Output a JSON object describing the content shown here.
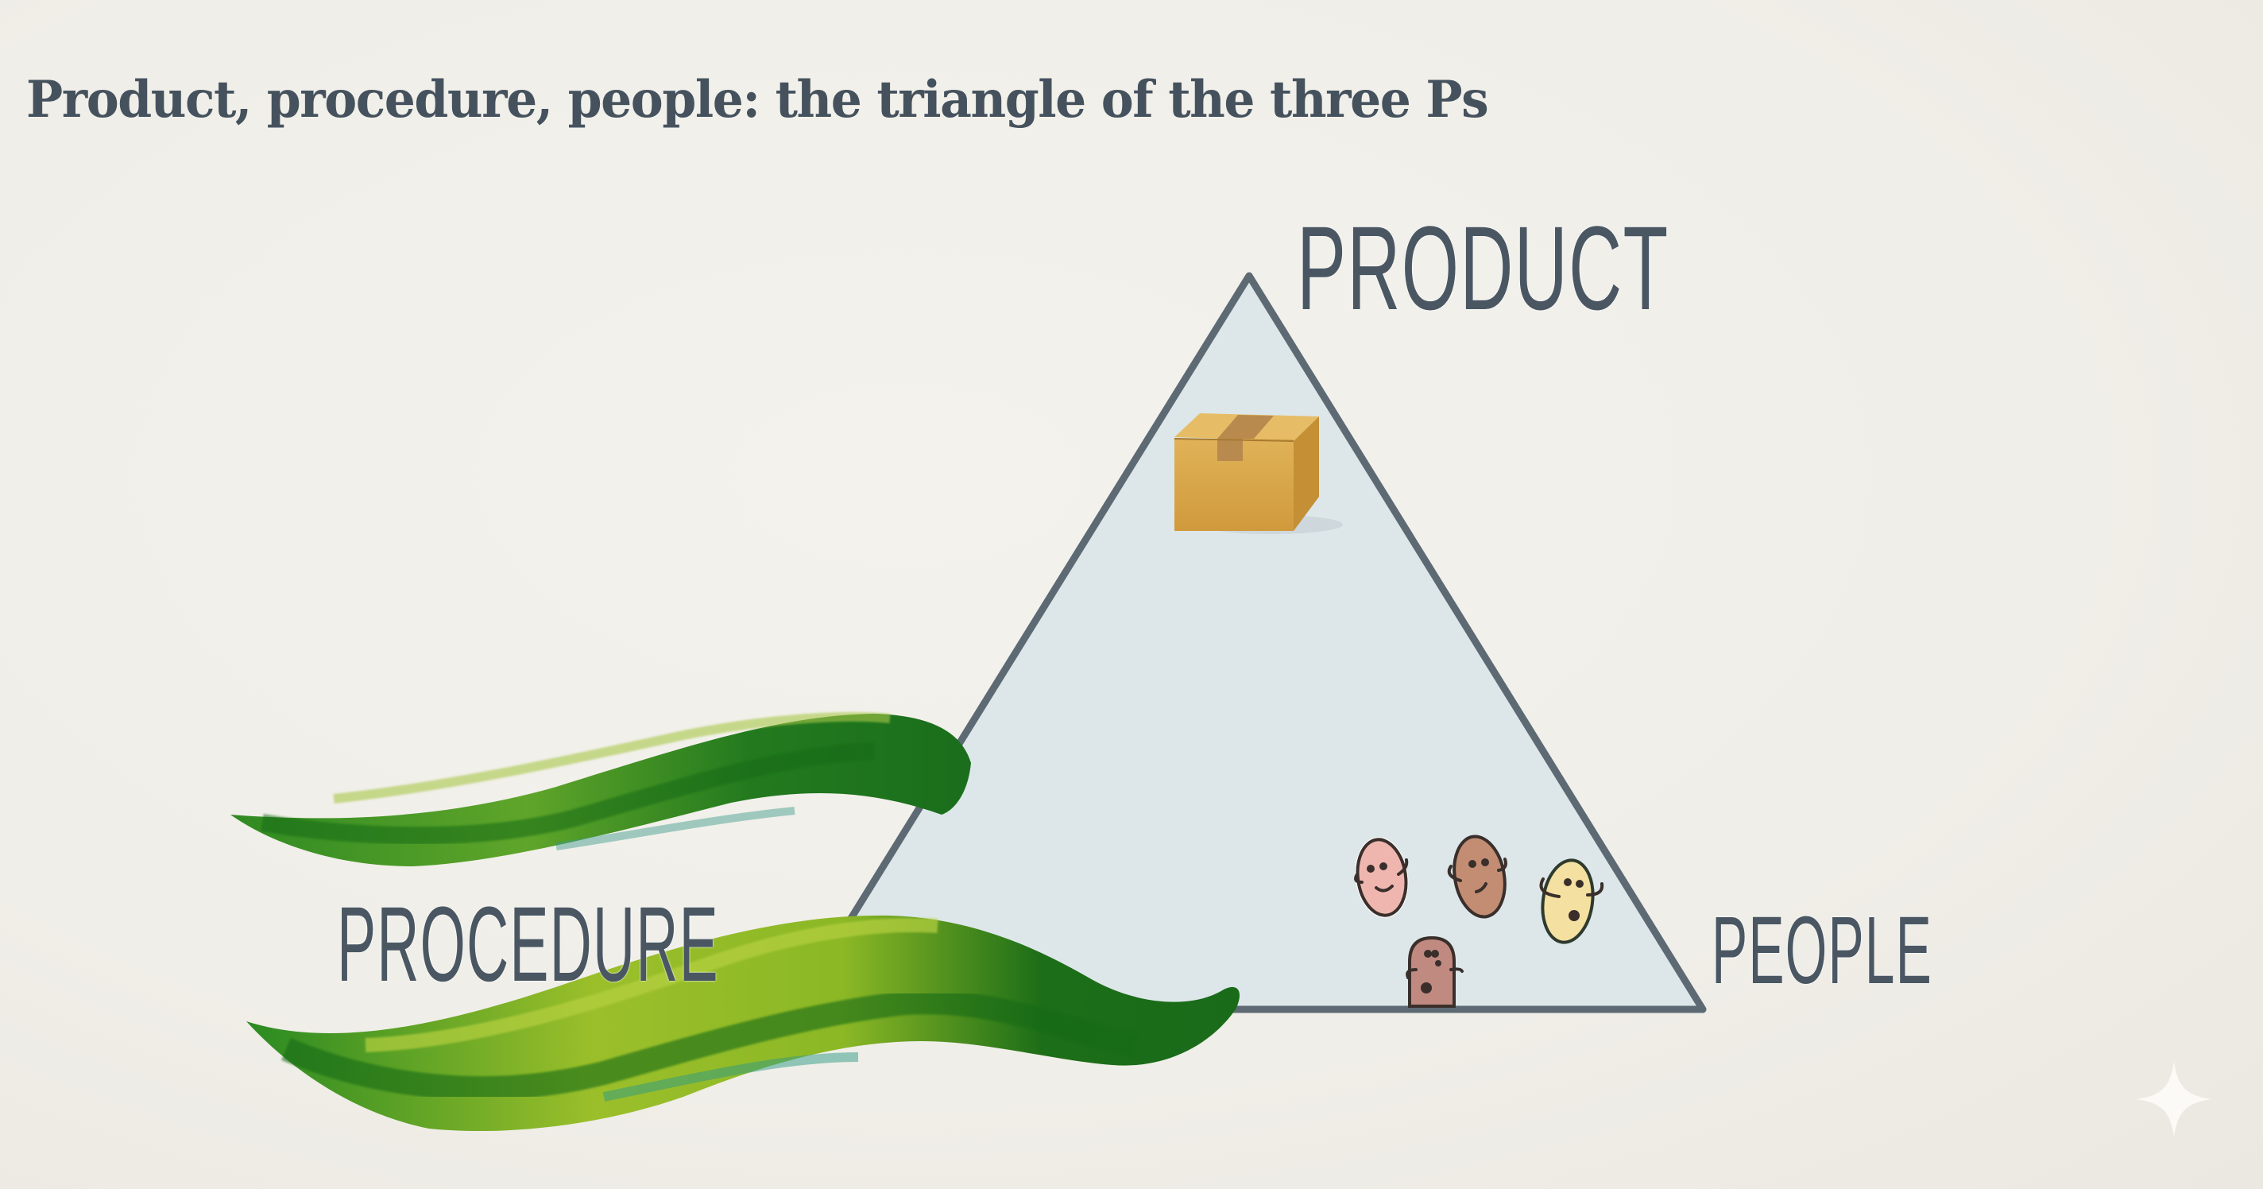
{
  "title": "Product, procedure, people: the triangle of the three Ps",
  "diagram": {
    "shape": "triangle",
    "vertices": {
      "top": {
        "label": "PRODUCT",
        "icon": "cardboard-box-icon"
      },
      "bottom_left": {
        "label": "PROCEDURE",
        "icon": "green-brush-stroke-icon"
      },
      "bottom_right": {
        "label": "PEOPLE",
        "icon": "people-figures-icon"
      }
    },
    "people_count": 4
  },
  "colors": {
    "background": "#f0eee8",
    "triangle_fill": "#dde7e9",
    "triangle_stroke": "#5d6a74",
    "text": "#45525e",
    "box": "#d9a84a",
    "brush_dark": "#1f7a1f",
    "brush_light": "#9bbf2a"
  },
  "watermark": {
    "icon": "sparkle-icon"
  }
}
